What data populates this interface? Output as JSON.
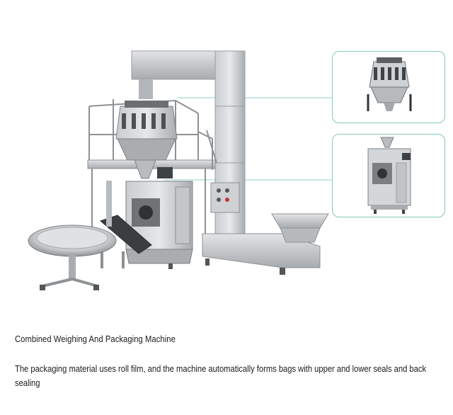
{
  "product": {
    "title": "Combined Weighing And Packaging Machine",
    "description": "The packaging material uses roll film, and the machine automatically forms bags with upper and lower seals and back sealing"
  },
  "images": {
    "main": "combined-weigher-packaging-machine-illustration",
    "detail_top": "multihead-weigher-closeup",
    "detail_bottom": "vertical-packaging-machine-closeup"
  },
  "colors": {
    "callout_border": "#7fc9b6",
    "steel_light": "#d9dcde",
    "steel_mid": "#b8bcbf",
    "steel_dark": "#8d9194"
  }
}
